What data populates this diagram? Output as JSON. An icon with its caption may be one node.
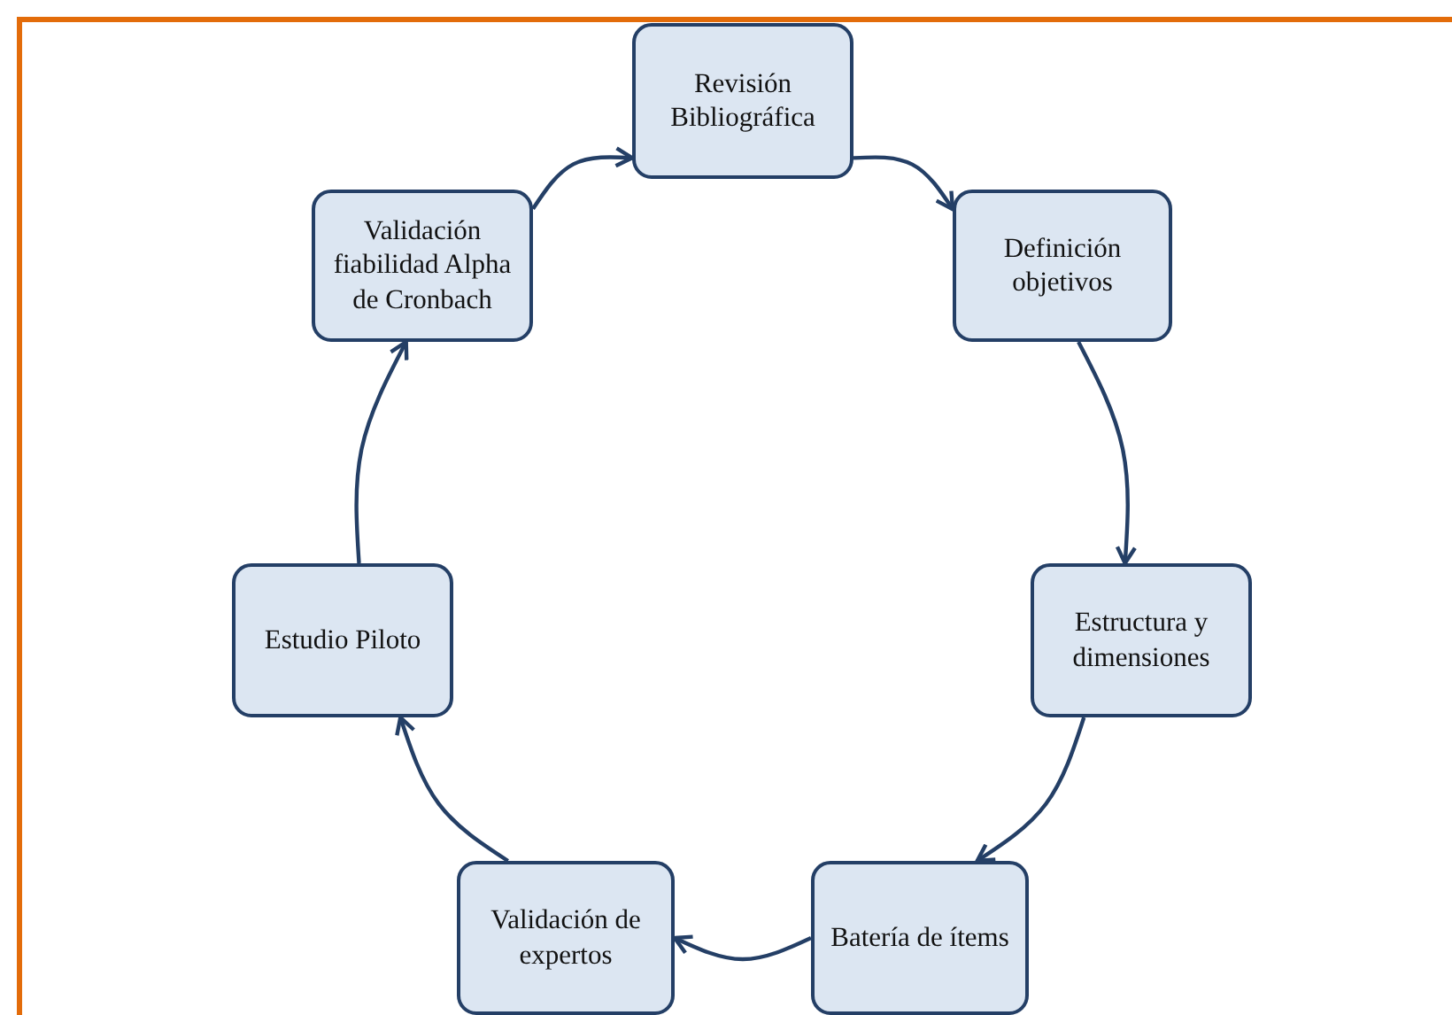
{
  "diagram": {
    "nodes": [
      {
        "text": [
          "Revisión Bibliográfica"
        ]
      },
      {
        "text": [
          "Definición objetivos"
        ]
      },
      {
        "text": [
          "Estructura y dimensiones"
        ]
      },
      {
        "text": [
          "Batería de ítems"
        ]
      },
      {
        "text": [
          "Validación de expertos"
        ]
      },
      {
        "text": [
          "Estudio Piloto"
        ]
      },
      {
        "text": [
          "Validación fiabilidad Alpha de Cronbach"
        ]
      }
    ],
    "edges": [
      {
        "from": 0,
        "to": 1,
        "arrow": "to"
      },
      {
        "from": 1,
        "to": 2,
        "arrow": "to"
      },
      {
        "from": 2,
        "to": 3,
        "arrow": "to"
      },
      {
        "from": 3,
        "to": 4,
        "arrow": "to"
      },
      {
        "from": 4,
        "to": 5,
        "arrow": "to"
      },
      {
        "from": 5,
        "to": 6,
        "arrow": "to"
      },
      {
        "from": 6,
        "to": 0,
        "arrow": "to"
      }
    ]
  }
}
